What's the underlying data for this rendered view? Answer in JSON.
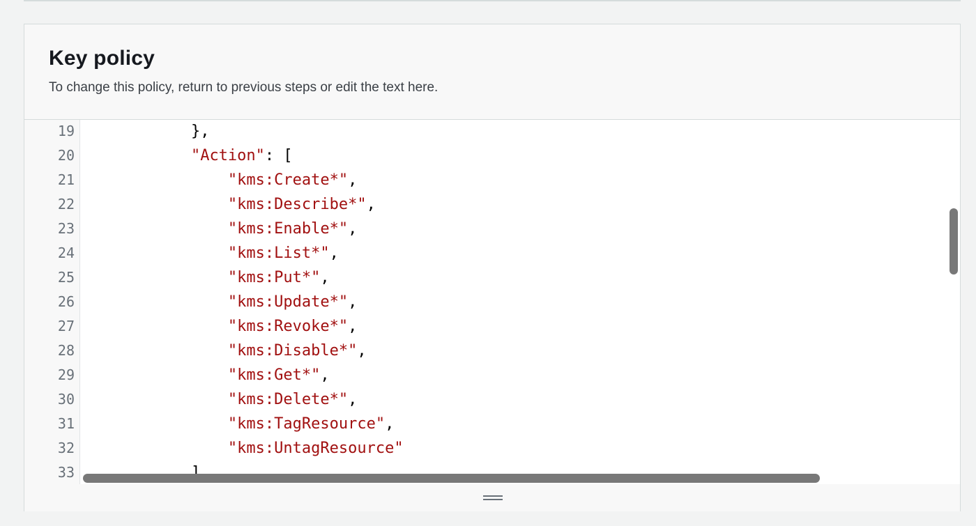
{
  "panel": {
    "title": "Key policy",
    "description": "To change this policy, return to previous steps or edit the text here."
  },
  "editor": {
    "lines": [
      {
        "num": "19",
        "indent": "            ",
        "parts": [
          {
            "t": "},",
            "c": "plain"
          }
        ]
      },
      {
        "num": "20",
        "indent": "            ",
        "parts": [
          {
            "t": "\"Action\"",
            "c": "str"
          },
          {
            "t": ": [",
            "c": "plain"
          }
        ]
      },
      {
        "num": "21",
        "indent": "                ",
        "parts": [
          {
            "t": "\"kms:Create*\"",
            "c": "str"
          },
          {
            "t": ",",
            "c": "plain"
          }
        ]
      },
      {
        "num": "22",
        "indent": "                ",
        "parts": [
          {
            "t": "\"kms:Describe*\"",
            "c": "str"
          },
          {
            "t": ",",
            "c": "plain"
          }
        ]
      },
      {
        "num": "23",
        "indent": "                ",
        "parts": [
          {
            "t": "\"kms:Enable*\"",
            "c": "str"
          },
          {
            "t": ",",
            "c": "plain"
          }
        ]
      },
      {
        "num": "24",
        "indent": "                ",
        "parts": [
          {
            "t": "\"kms:List*\"",
            "c": "str"
          },
          {
            "t": ",",
            "c": "plain"
          }
        ]
      },
      {
        "num": "25",
        "indent": "                ",
        "parts": [
          {
            "t": "\"kms:Put*\"",
            "c": "str"
          },
          {
            "t": ",",
            "c": "plain"
          }
        ]
      },
      {
        "num": "26",
        "indent": "                ",
        "parts": [
          {
            "t": "\"kms:Update*\"",
            "c": "str"
          },
          {
            "t": ",",
            "c": "plain"
          }
        ]
      },
      {
        "num": "27",
        "indent": "                ",
        "parts": [
          {
            "t": "\"kms:Revoke*\"",
            "c": "str"
          },
          {
            "t": ",",
            "c": "plain"
          }
        ]
      },
      {
        "num": "28",
        "indent": "                ",
        "parts": [
          {
            "t": "\"kms:Disable*\"",
            "c": "str"
          },
          {
            "t": ",",
            "c": "plain"
          }
        ]
      },
      {
        "num": "29",
        "indent": "                ",
        "parts": [
          {
            "t": "\"kms:Get*\"",
            "c": "str"
          },
          {
            "t": ",",
            "c": "plain"
          }
        ]
      },
      {
        "num": "30",
        "indent": "                ",
        "parts": [
          {
            "t": "\"kms:Delete*\"",
            "c": "str"
          },
          {
            "t": ",",
            "c": "plain"
          }
        ]
      },
      {
        "num": "31",
        "indent": "                ",
        "parts": [
          {
            "t": "\"kms:TagResource\"",
            "c": "str"
          },
          {
            "t": ",",
            "c": "plain"
          }
        ]
      },
      {
        "num": "32",
        "indent": "                ",
        "parts": [
          {
            "t": "\"kms:UntagResource\"",
            "c": "str"
          }
        ]
      },
      {
        "num": "33",
        "indent": "            ",
        "parts": [
          {
            "t": "],",
            "c": "plain"
          }
        ]
      }
    ]
  },
  "icons": {
    "resize": "resize-handle-icon"
  },
  "colors": {
    "string": "#a11010",
    "line_number": "#687078",
    "scrollbar": "#787878"
  }
}
